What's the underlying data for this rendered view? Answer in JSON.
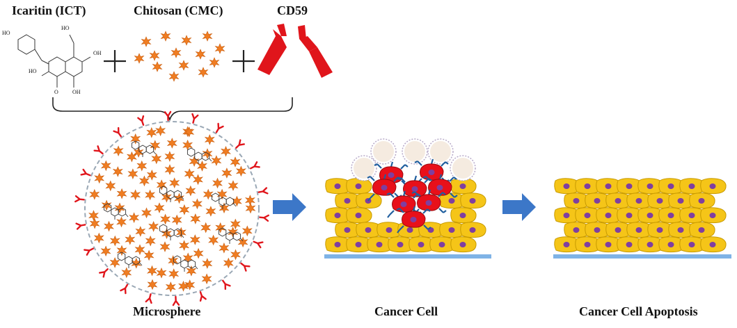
{
  "labels": {
    "icaritin": "Icaritin (ICT)",
    "chitosan": "Chitosan (CMC)",
    "cd59": "CD59",
    "microsphere": "Microsphere",
    "cancer_cell": "Cancer Cell",
    "apoptosis": "Cancer Cell Apoptosis"
  },
  "operators": {
    "plus": "+"
  },
  "molecule_labels": {
    "ho": "HO",
    "oh": "OH",
    "o": "O",
    "ho_tail": "HO"
  },
  "colors": {
    "chitosan": "#F07D22",
    "antibody": "#E0151B",
    "arrow": "#3C77C8",
    "cell_fill": "#F5C518",
    "cell_stroke": "#C79A00",
    "nucleus": "#7F3FA0",
    "substrate": "#7FB3E6",
    "cancer_red": "#E8101A",
    "cancer_spike": "#1F5E9E",
    "microsphere_border": "#9AA8B5"
  },
  "icons": [
    "plus-icon",
    "arrow-right-icon",
    "star-particle-icon",
    "antibody-y-icon",
    "molecule-icon",
    "cell-icon"
  ]
}
